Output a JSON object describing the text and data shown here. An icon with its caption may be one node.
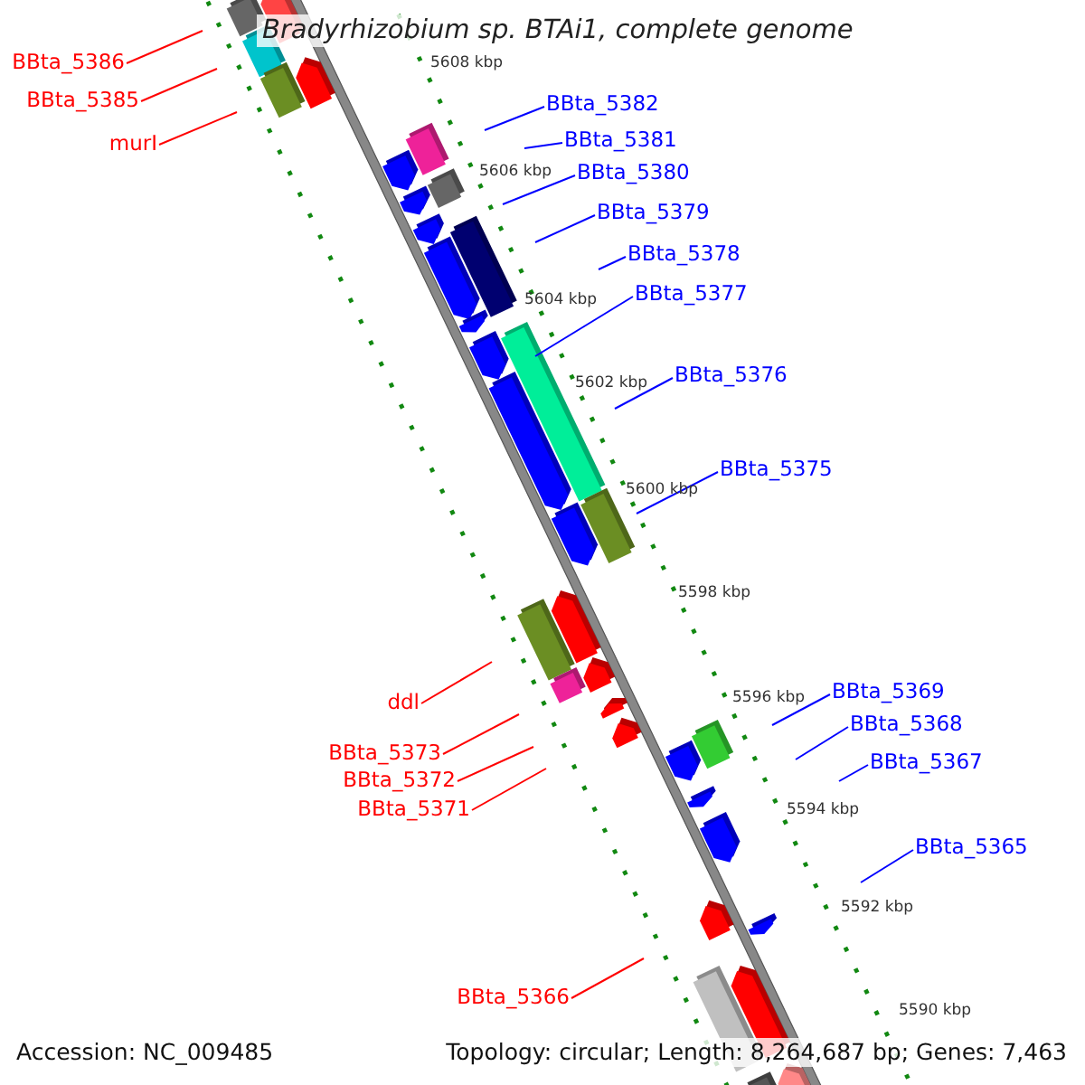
{
  "diagram": {
    "title": "Bradyrhizobium sp. BTAi1, complete genome",
    "nodes": [
      {
        "text": [
          "BBta_5386"
        ]
      },
      {
        "text": [
          "BBta_5385"
        ]
      },
      {
        "text": [
          "BBta_5382"
        ]
      },
      {
        "text": [
          "BBta_5381"
        ]
      },
      {
        "text": [
          "murI"
        ]
      },
      {
        "text": [
          "BBta_5380"
        ]
      },
      {
        "text": [
          "BBta_5379"
        ]
      },
      {
        "text": [
          "BBta_5378"
        ]
      },
      {
        "text": [
          "BBta_5377"
        ]
      },
      {
        "text": [
          "BBta_5376"
        ]
      },
      {
        "text": [
          "BBta_5375"
        ]
      },
      {
        "text": [
          "BBta_5369"
        ]
      },
      {
        "text": [
          "ddl"
        ]
      },
      {
        "text": [
          "BBta_5368"
        ]
      },
      {
        "text": [
          "BBta_5373"
        ]
      },
      {
        "text": [
          "BBta_5367"
        ]
      },
      {
        "text": [
          "BBta_5372"
        ]
      },
      {
        "text": [
          "BBta_5371"
        ]
      },
      {
        "text": [
          "BBta_5365"
        ]
      },
      {
        "text": [
          "BBta_5366"
        ]
      }
    ],
    "edges": [
      {
        "from": 0,
        "to": null,
        "arrow": "none",
        "color": "#ff0000"
      },
      {
        "from": 1,
        "to": null,
        "arrow": "none",
        "color": "#ff0000"
      },
      {
        "from": 2,
        "to": null,
        "arrow": "none"
      },
      {
        "from": 3,
        "to": null,
        "arrow": "none"
      },
      {
        "from": 4,
        "to": null,
        "arrow": "none",
        "color": "#ff0000"
      },
      {
        "from": 5,
        "to": null,
        "arrow": "none"
      },
      {
        "from": 6,
        "to": null,
        "arrow": "none"
      },
      {
        "from": 7,
        "to": null,
        "arrow": "none"
      },
      {
        "from": 8,
        "to": null,
        "arrow": "none"
      },
      {
        "from": 9,
        "to": null,
        "arrow": "none"
      },
      {
        "from": 10,
        "to": null,
        "arrow": "none"
      },
      {
        "from": 11,
        "to": null,
        "arrow": "none"
      },
      {
        "from": 12,
        "to": null,
        "arrow": "none",
        "color": "#ff0000"
      },
      {
        "from": 13,
        "to": null,
        "arrow": "none"
      },
      {
        "from": 14,
        "to": null,
        "arrow": "none",
        "color": "#ff0000"
      },
      {
        "from": 15,
        "to": null,
        "arrow": "none"
      },
      {
        "from": 16,
        "to": null,
        "arrow": "none",
        "color": "#ff0000"
      },
      {
        "from": 17,
        "to": null,
        "arrow": "none",
        "color": "#ff0000"
      },
      {
        "from": 18,
        "to": null,
        "arrow": "none"
      },
      {
        "from": 19,
        "to": null,
        "arrow": "none",
        "color": "#ff0000"
      }
    ],
    "labels": [
      "5608 kbp",
      "5606 kbp",
      "5604 kbp",
      "5602 kbp",
      "5600 kbp",
      "5598 kbp",
      "5596 kbp",
      "5594 kbp",
      "5592 kbp",
      "5590 kbp",
      "Accession: NC_009485",
      "Topology: circular; Length: 8,264,687 bp; Genes: 7,463"
    ]
  }
}
